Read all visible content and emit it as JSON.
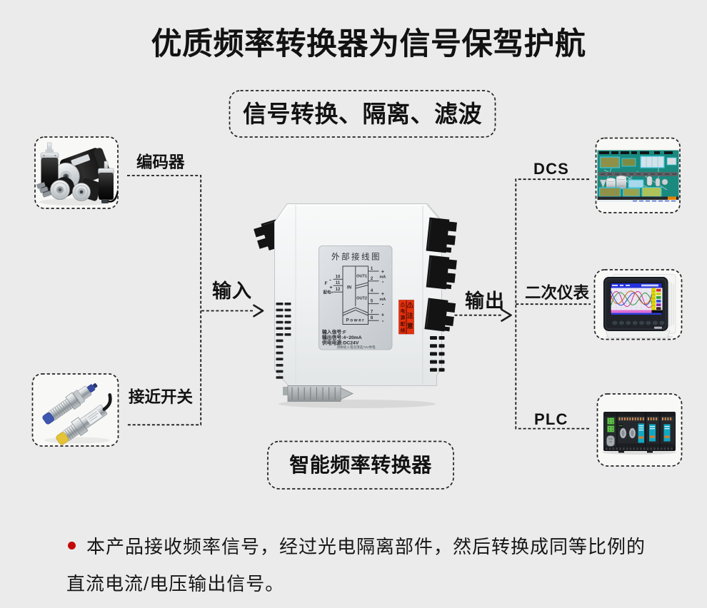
{
  "colors": {
    "background": "#ebebeb",
    "text": "#121212",
    "line": "#1b1b1b",
    "box_fill": "#f8f8f6",
    "bullet_red": "#c40808",
    "sticker_red": "#e5310e",
    "dcs_teal": "#1a8a7f"
  },
  "title": {
    "text": "优质频率转换器为信号保驾护航"
  },
  "banner": {
    "text": "信号转换、隔离、滤波"
  },
  "caption": {
    "text": "智能频率转换器"
  },
  "flow": {
    "encoder_label": "编码器",
    "proximity_label": "接近开关",
    "input_label": "输入",
    "output_label": "输出",
    "dcs_label": "DCS",
    "meter_label": "二次仪表",
    "plc_label": "PLC"
  },
  "module": {
    "label": {
      "title": "外部接线图",
      "in_block": "IN",
      "out1_block": "OUT1",
      "out2_block": "OUT2",
      "power_block": "Power",
      "f_mark": "F",
      "peidian_mark": "配电+",
      "plus": "+",
      "minus": "-",
      "t10": "10",
      "t11": "11",
      "t12": "12",
      "t1": "1",
      "t2": "2",
      "t4": "4",
      "t5": "5",
      "t7": "7",
      "t8": "8",
      "ma": "mA",
      "spec_input": "输入信号:F",
      "spec_output": "输出信号:4~20mA",
      "spec_power": "供电电源:DC24V",
      "spec_note": "须要接入电流须选74V供电"
    },
    "sticker": {
      "caution": "⚠注意",
      "wiring": "⚠电源配线"
    }
  },
  "footer": {
    "line1": "本产品接收频率信号，经过光电隔离部件，然后转换成同等比例的",
    "line2": "直流电流/电压输出信号。"
  }
}
